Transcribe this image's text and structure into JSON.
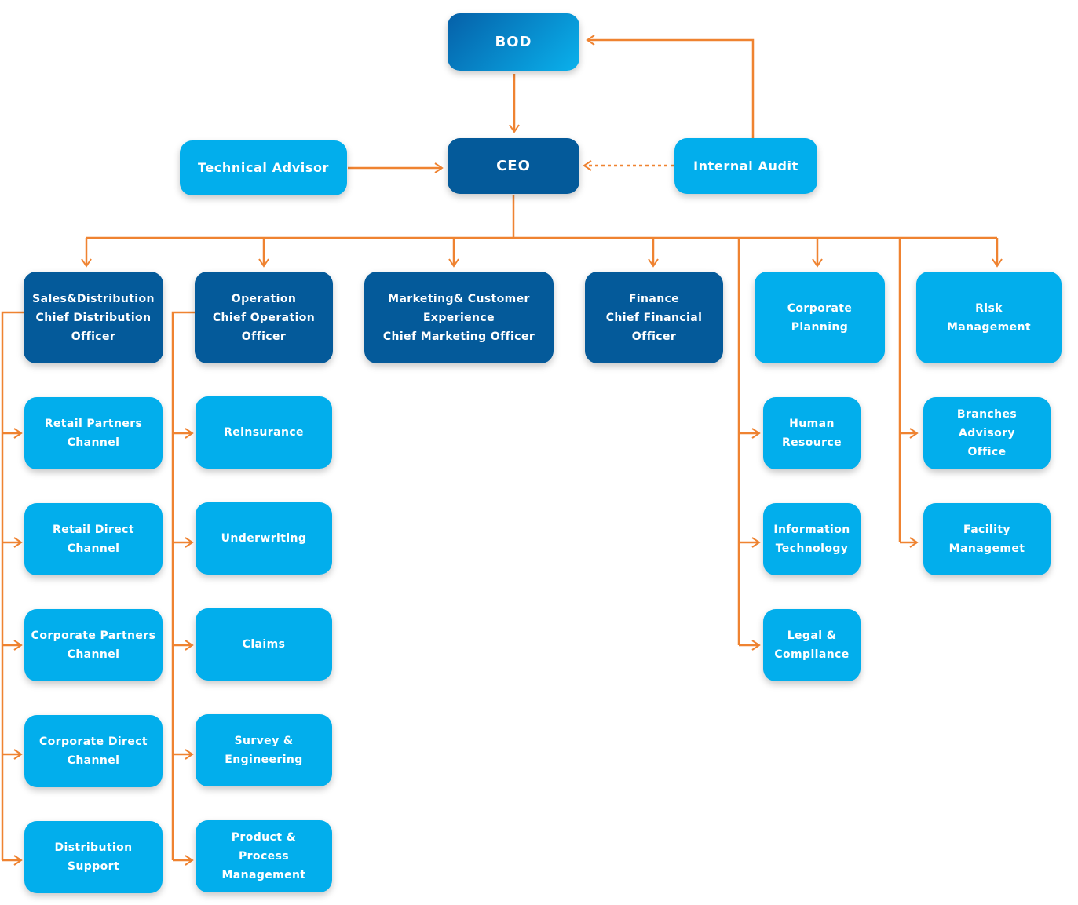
{
  "colors": {
    "connector": "#ef8331",
    "dark_box": "#045a9a",
    "light_box": "#02aeec",
    "text": "#ffffff"
  },
  "top": {
    "bod": "BOD",
    "ceo": "CEO",
    "technical_advisor": "Technical Advisor",
    "internal_audit": "Internal Audit"
  },
  "divisions": {
    "sales": "Sales&Distribution\nChief Distribution\nOfficer",
    "operation": "Operation\nChief Operation\nOfficer",
    "marketing": "Marketing& Customer\nExperience\nChief Marketing Officer",
    "finance": "Finance\nChief Financial\nOfficer",
    "corporate_planning": "Corporate\nPlanning",
    "risk_management": "Risk\nManagement"
  },
  "sales_units": [
    "Retail Partners\nChannel",
    "Retail Direct\nChannel",
    "Corporate Partners\nChannel",
    "Corporate Direct\nChannel",
    "Distribution\nSupport"
  ],
  "operation_units": [
    "Reinsurance",
    "Underwriting",
    "Claims",
    "Survey &\nEngineering",
    "Product &\nProcess\nManagement"
  ],
  "support_units": [
    "Human\nResource",
    "Information\nTechnology",
    "Legal &\nCompliance"
  ],
  "risk_units": [
    "Branches\nAdvisory\nOffice",
    "Facility\nManagemet"
  ]
}
